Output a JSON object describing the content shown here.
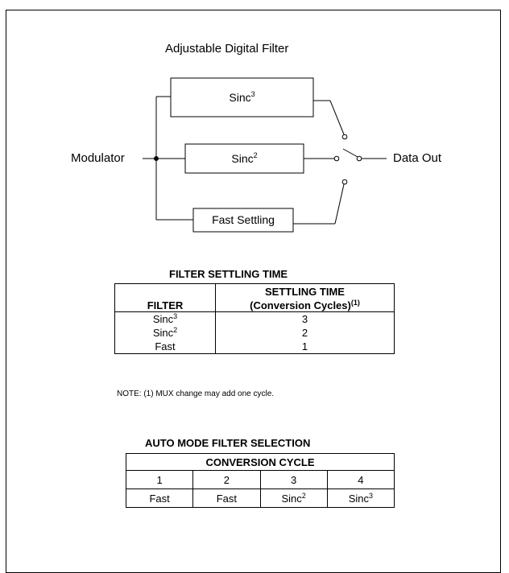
{
  "diagram": {
    "title": "Adjustable Digital Filter",
    "input_label": "Modulator",
    "output_label": "Data Out",
    "filters": [
      {
        "base": "Sinc",
        "sup": "3"
      },
      {
        "base": "Sinc",
        "sup": "2"
      },
      {
        "base": "Fast Settling",
        "sup": ""
      }
    ]
  },
  "settling_table": {
    "title": "FILTER SETTLING TIME",
    "col1_header": "FILTER",
    "col2_header_line1": "SETTLING TIME",
    "col2_header_line2": "(Conversion Cycles)",
    "col2_header_note": "(1)",
    "rows": [
      {
        "filter_base": "Sinc",
        "filter_sup": "3",
        "cycles": "3"
      },
      {
        "filter_base": "Sinc",
        "filter_sup": "2",
        "cycles": "2"
      },
      {
        "filter_base": "Fast",
        "filter_sup": "",
        "cycles": "1"
      }
    ],
    "note": "NOTE: (1) MUX change may add one cycle."
  },
  "auto_table": {
    "title": "AUTO MODE FILTER SELECTION",
    "header": "CONVERSION CYCLE",
    "cycles": [
      "1",
      "2",
      "3",
      "4"
    ],
    "filters": [
      {
        "base": "Fast",
        "sup": ""
      },
      {
        "base": "Fast",
        "sup": ""
      },
      {
        "base": "Sinc",
        "sup": "2"
      },
      {
        "base": "Sinc",
        "sup": "3"
      }
    ]
  }
}
